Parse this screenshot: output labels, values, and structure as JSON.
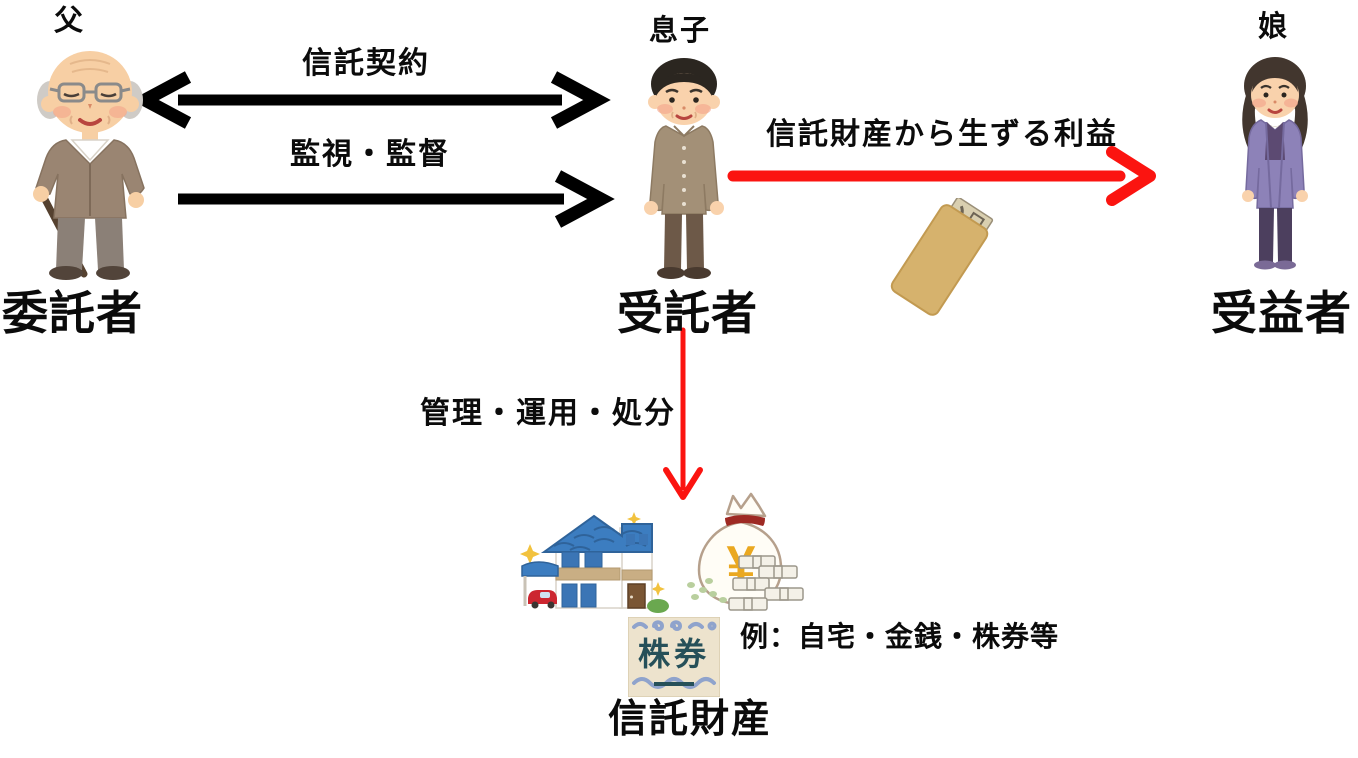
{
  "actors": {
    "settlor": {
      "person": "父",
      "role": "委託者"
    },
    "trustee": {
      "person": "息子",
      "role": "受託者"
    },
    "beneficiary": {
      "person": "娘",
      "role": "受益者"
    }
  },
  "arrows": {
    "trust_contract": {
      "label": "信託契約",
      "color": "#000000",
      "direction": "double"
    },
    "supervision": {
      "label": "監視・監督",
      "color": "#000000",
      "direction": "right"
    },
    "profit": {
      "label": "信託財産から生ずる利益",
      "color": "#fb1410",
      "direction": "right"
    },
    "management": {
      "label": "管理・運用・処分",
      "color": "#fb1410",
      "direction": "down"
    }
  },
  "trust_property": {
    "label": "信託財産",
    "examples": "例：自宅・金銭・株券等",
    "stock_certificate_text": "株券",
    "money_bag_symbol": "¥"
  }
}
